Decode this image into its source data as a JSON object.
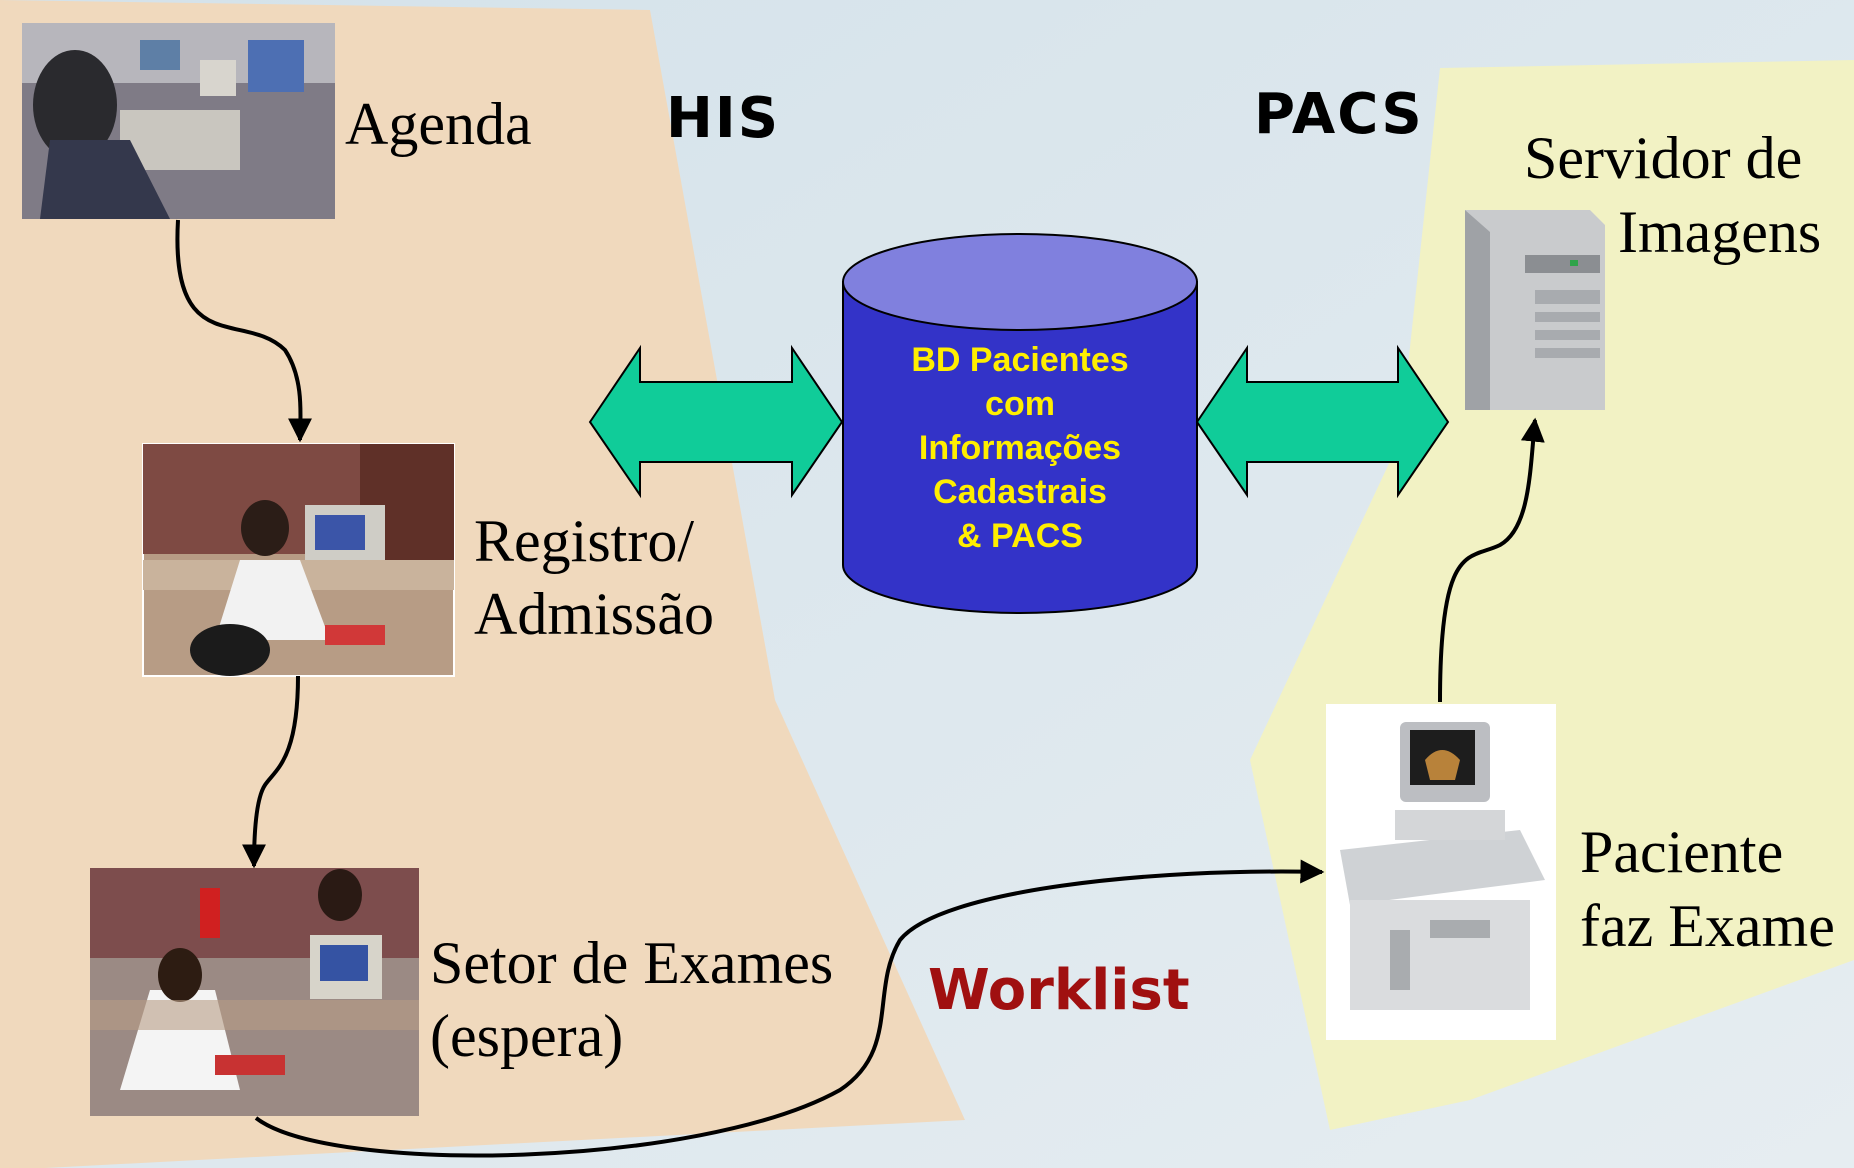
{
  "colors": {
    "background": "#dfe8ee",
    "his_zone": "#f0d9bd",
    "pacs_zone": "#f2f2c4",
    "cylinder_body": "#3333c8",
    "cylinder_top": "#8080de",
    "db_text": "#ffee00",
    "arrow_fill": "#10cc99",
    "worklist_text": "#a01010"
  },
  "headers": {
    "his": "HIS",
    "pacs": "PACS"
  },
  "labels": {
    "agenda": "Agenda",
    "registro_line1": "Registro/",
    "registro_line2": "Admissão",
    "setor_line1": "Setor de Exames",
    "setor_line2": "(espera)",
    "servidor_line1": "Servidor de",
    "servidor_line2": "Imagens",
    "paciente_line1": "Paciente",
    "paciente_line2": "faz Exame",
    "worklist": "Worklist"
  },
  "database": {
    "lines": [
      "BD Pacientes",
      "com",
      "Informações",
      "Cadastrais",
      "& PACS"
    ]
  },
  "icons": [
    "agenda-photo",
    "registration-desk-photo",
    "exam-waiting-photo",
    "image-server-icon",
    "ultrasound-machine-icon",
    "database-cylinder"
  ]
}
